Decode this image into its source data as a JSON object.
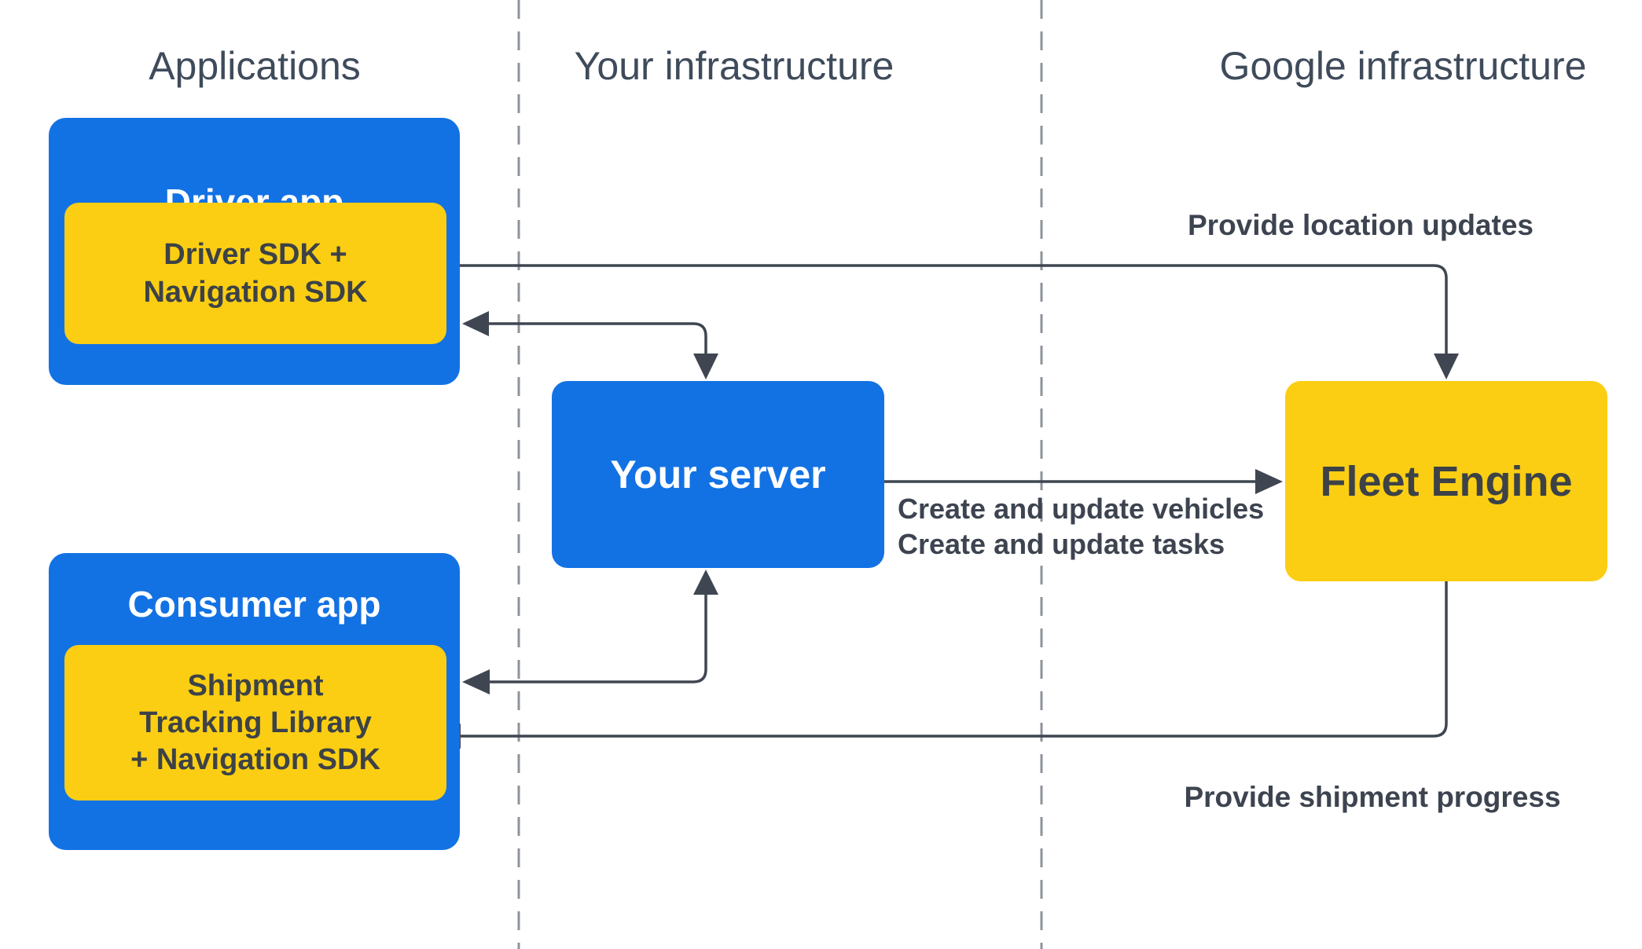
{
  "columns": [
    {
      "label": "Applications"
    },
    {
      "label": "Your infrastructure"
    },
    {
      "label": "Google infrastructure"
    }
  ],
  "nodes": {
    "driver_app": {
      "title": "Driver app",
      "sdk_lines": [
        "Driver SDK +",
        "Navigation SDK"
      ]
    },
    "consumer_app": {
      "title": "Consumer app",
      "lib_lines": [
        "Shipment",
        "Tracking Library",
        "+ Navigation SDK"
      ]
    },
    "your_server": {
      "title": "Your server"
    },
    "fleet_engine": {
      "title": "Fleet Engine"
    }
  },
  "edges": {
    "location_updates": {
      "label": "Provide location updates"
    },
    "create_update": {
      "lines": [
        "Create and update vehicles",
        "Create and update tasks"
      ]
    },
    "shipment_progress": {
      "label": "Provide shipment progress"
    }
  },
  "colors": {
    "box_blue": "#1272e4",
    "box_yellow": "#fbce13",
    "ink": "#3d4450",
    "header_text": "#3f4b5b",
    "divider_gray": "#8d9399"
  }
}
